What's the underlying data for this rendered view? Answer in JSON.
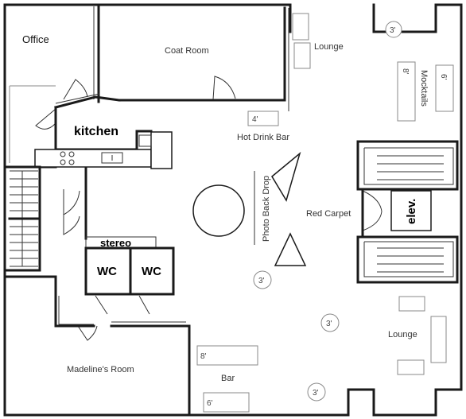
{
  "rooms": {
    "office": "Office",
    "coat_room": "Coat Room",
    "lounge_top": "Lounge",
    "mocktails": "Mocktails",
    "kitchen": "kitchen",
    "hot_drink_bar": "Hot Drink Bar",
    "photo_back_drop": "Photo Back Drop",
    "red_carpet": "Red Carpet",
    "elevator": "elev.",
    "stereo": "stereo",
    "wc_left": "WC",
    "wc_right": "WC",
    "lounge_bottom": "Lounge",
    "madelines_room": "Madeline's Room",
    "bar": "Bar"
  },
  "dimensions": {
    "table_top_right": "3'",
    "mocktails_left": "8'",
    "mocktails_right": "6'",
    "hot_drink": "4'",
    "table_center": "3'",
    "table_right": "3'",
    "bar_top": "8'",
    "bar_bottom": "6'",
    "table_bottom": "3'"
  }
}
